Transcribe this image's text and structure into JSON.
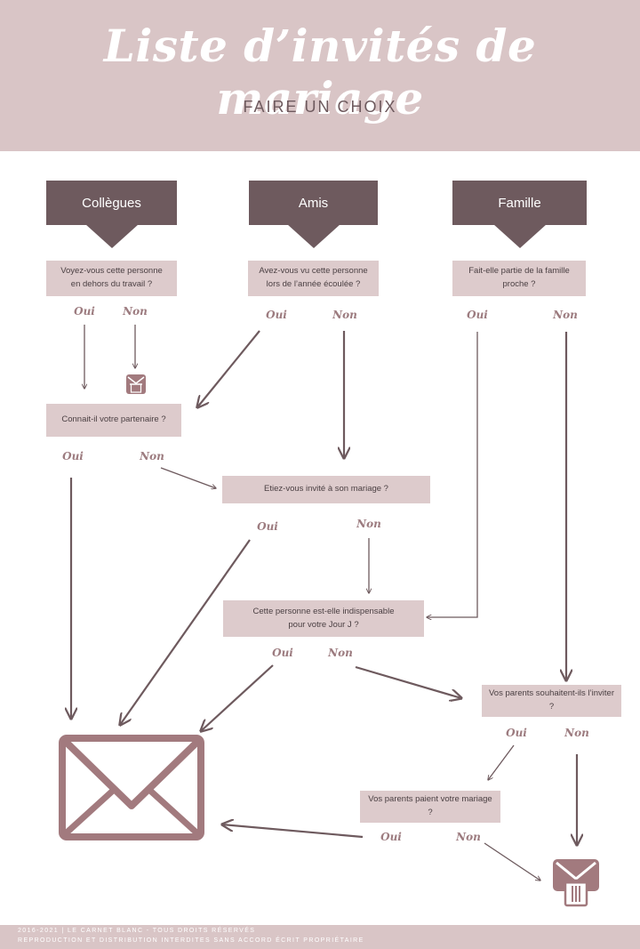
{
  "header": {
    "title": "Liste d’invités de mariage",
    "subtitle": "FAIRE UN CHOIX"
  },
  "categories": {
    "colleagues": "Collègues",
    "friends": "Amis",
    "family": "Famille"
  },
  "questions": {
    "colleagues_q1": "Voyez-vous cette personne\nen dehors du travail ?",
    "friends_q1": "Avez-vous vu cette personne\nlors de l’année écoulée ?",
    "family_q1": "Fait-elle partie de la famille\nproche  ?",
    "knows_partner": "Connait-il votre partenaire ?",
    "invited_to_wedding": "Etiez-vous invité à son mariage ?",
    "indispensable": "Cette personne est-elle indispensable\npour votre Jour J ?",
    "parents_wish": "Vos parents souhaitent-ils l’inviter ?",
    "parents_pay": "Vos parents paient votre mariage ?"
  },
  "answers": {
    "yes": "Oui",
    "no": "Non"
  },
  "colors": {
    "header_bg": "#d9c5c6",
    "dark": "#6e5a5e",
    "question_bg": "#ddcbcc",
    "envelope": "#a27a7e",
    "answer_text": "#9c7b7f"
  },
  "icons": {
    "invite": "envelope-icon",
    "reject": "trash-envelope-icon"
  },
  "footer": {
    "line1": "2016-2021 | LE CARNET BLANC - TOUS DROITS RÉSERVÉS",
    "line2": "REPRODUCTION ET DISTRIBUTION INTERDITES SANS ACCORD ÉCRIT PROPRIÉTAIRE"
  }
}
